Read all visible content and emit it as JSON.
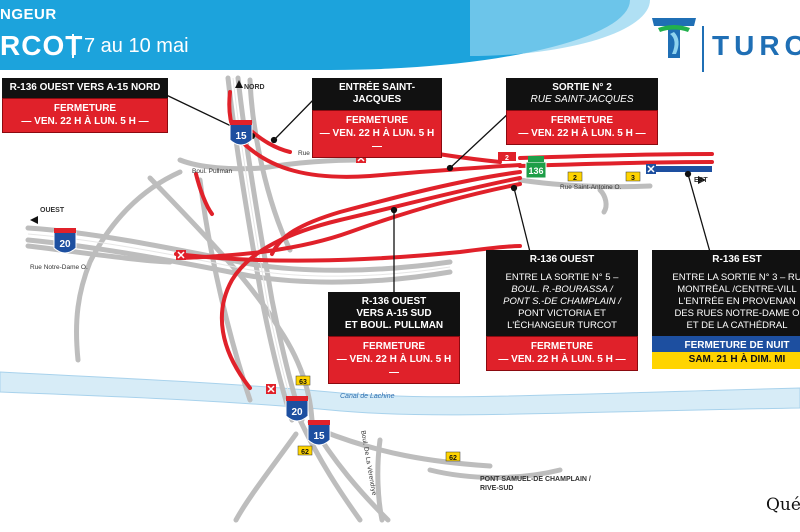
{
  "header": {
    "kicker": "NGEUR",
    "title": "RCOT",
    "date": "7 au 10 mai"
  },
  "logo": {
    "text": "TURCO",
    "icon": "turcot-t-logo-icon"
  },
  "footer": {
    "brand": "Qué"
  },
  "colors": {
    "header": "#1ca3dc",
    "closure": "#e0212a",
    "night": "#1d4fa0",
    "highlight": "#ffd400",
    "road": "#c9c9c9",
    "water": "#d7ecf7"
  },
  "callouts": [
    {
      "id": "r136-ouest-a15-nord",
      "title": "R-136 OUEST VERS A-15 NORD",
      "status": "FERMETURE",
      "time": "— VEN. 22 H À LUN. 5 H —"
    },
    {
      "id": "entree-saint-jacques",
      "title": "ENTRÉE SAINT-JACQUES",
      "status": "FERMETURE",
      "time": "— VEN. 22 H À LUN. 5 H —"
    },
    {
      "id": "sortie-2",
      "title": "SORTIE N° 2",
      "subtitle": "RUE SAINT-JACQUES",
      "status": "FERMETURE",
      "time": "— VEN. 22 H À LUN. 5 H —"
    },
    {
      "id": "r136-ouest-a15-sud",
      "title_lines": [
        "R-136 OUEST",
        "VERS A-15 SUD",
        "ET BOUL. PULLMAN"
      ],
      "status": "FERMETURE",
      "time": "— VEN. 22 H À LUN. 5 H —"
    },
    {
      "id": "r136-ouest-sortie5",
      "title": "R-136 OUEST",
      "body": [
        "ENTRE LA SORTIE N° 5 –",
        "BOUL. R.-BOURASSA /",
        "PONT S.-DE CHAMPLAIN /",
        "PONT VICTORIA ET",
        "L'ÉCHANGEUR TURCOT"
      ],
      "status": "FERMETURE",
      "time": "— VEN. 22 H À LUN. 5 H —"
    },
    {
      "id": "r136-est",
      "title": "R-136 EST",
      "body": [
        "ENTRE LA SORTIE N° 3 – RU",
        "MONTRÉAL /CENTRE-VILL",
        "L'ENTRÉE EN PROVENAN",
        "DES RUES NOTRE-DAME O",
        "ET DE LA CATHÉDRAL"
      ],
      "status": "FERMETURE DE NUIT",
      "time": "SAM. 21 H À DIM. MI"
    }
  ],
  "map_labels": {
    "nord": "NORD",
    "ouest": "OUEST",
    "est": "EST",
    "rue_saint_jacques": "Rue Saint-Jacques",
    "boul_pullman": "Boul. Pullman",
    "rue_notre_dame": "Rue Notre-Dame O.",
    "rue_saint_antoine": "Rue Saint-Antoine O.",
    "canal": "Canal de Lachine",
    "boul_de_la_verendrye": "Boul. De La Vérendrye",
    "pont": "PONT SAMUEL-DE CHAMPLAIN /",
    "rive_sud": "RIVE-SUD"
  },
  "shields": {
    "a15_top": "15",
    "r136": "136",
    "a20_left": "20",
    "a20_bottom": "20",
    "a15_bottom": "15",
    "exit_2": "2",
    "exit_2b": "2",
    "exit_3": "3",
    "exit_63": "63",
    "exit_62a": "62",
    "exit_62b": "62"
  }
}
